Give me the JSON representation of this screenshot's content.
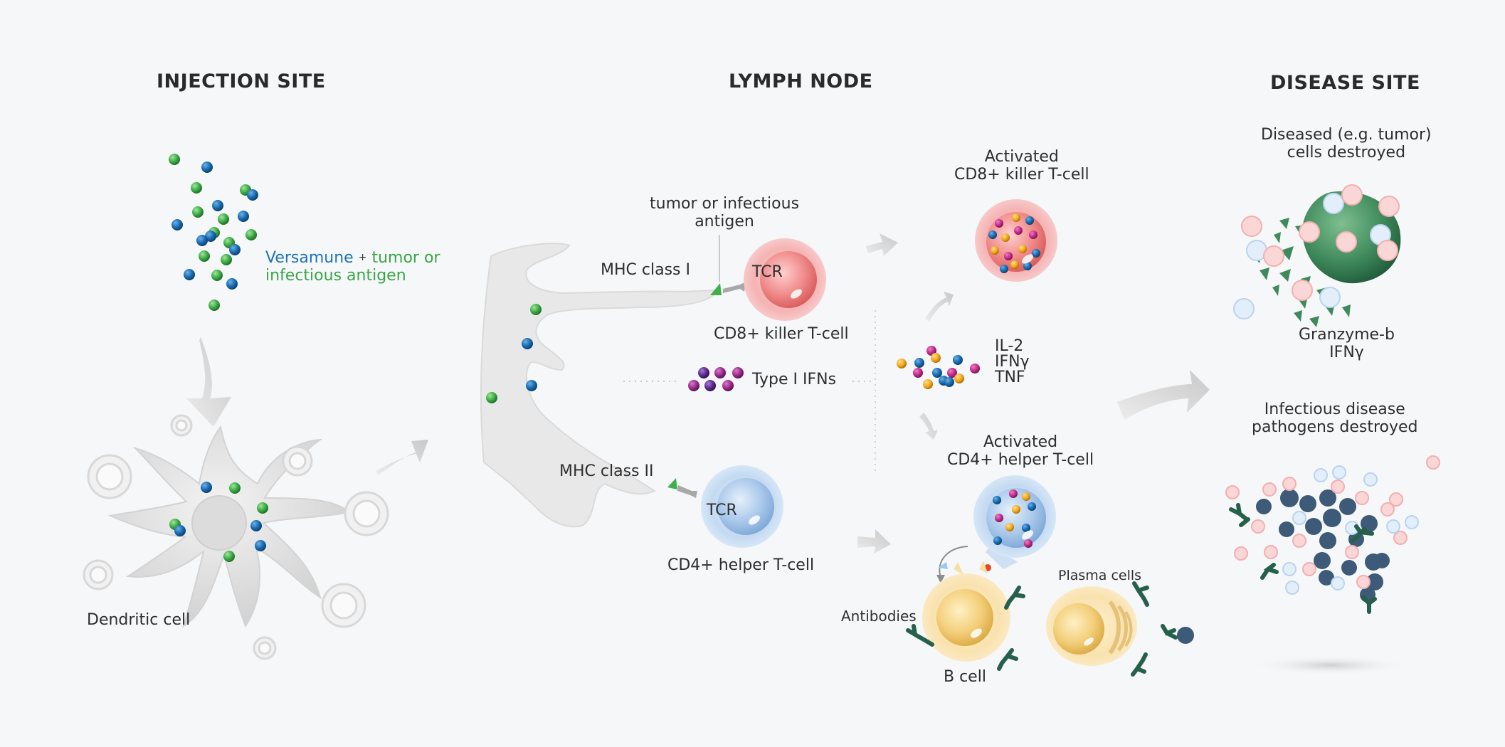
{
  "sections": {
    "injection_site": "INJECTION SITE",
    "lymph_node": "LYMPH NODE",
    "disease_site": "DISEASE SITE"
  },
  "injection": {
    "versamune": "Versamune",
    "plus": "+",
    "antigen_line1": "tumor or",
    "antigen_line2": "infectious antigen",
    "dendritic_cell": "Dendritic cell"
  },
  "lymph": {
    "antigen_line1": "tumor or infectious",
    "antigen_line2": "antigen",
    "mhc1": "MHC class I",
    "mhc2": "MHC class II",
    "tcr": "TCR",
    "cd8_cell": "CD8+ killer T-cell",
    "cd4_cell": "CD4+ helper T-cell",
    "type1_ifns": "Type I IFNs",
    "cytokines": [
      "IL-2",
      "IFNγ",
      "TNF"
    ],
    "activated_cd8_line1": "Activated",
    "activated_cd8_line2": "CD8+ killer T-cell",
    "activated_cd4_line1": "Activated",
    "activated_cd4_line2": "CD4+ helper T-cell",
    "antibodies": "Antibodies",
    "b_cell": "B cell",
    "plasma_cells": "Plasma cells"
  },
  "disease": {
    "tumor_line1": "Diseased (e.g. tumor)",
    "tumor_line2": "cells destroyed",
    "granzyme": "Granzyme-b",
    "ifn": "IFNγ",
    "infect_line1": "Infectious disease",
    "infect_line2": "pathogens destroyed"
  },
  "colors": {
    "blue_particle": "#1a6fb5",
    "green_particle": "#3fb04a",
    "cd8_pink": "#f08a8a",
    "cd4_blue": "#a9c8ea",
    "b_cell_yellow": "#f3cf7a",
    "antibody_green": "#25604a",
    "purple_ifn": "#5b2a8c",
    "magenta": "#c02a8a",
    "orange": "#f2a81d"
  }
}
